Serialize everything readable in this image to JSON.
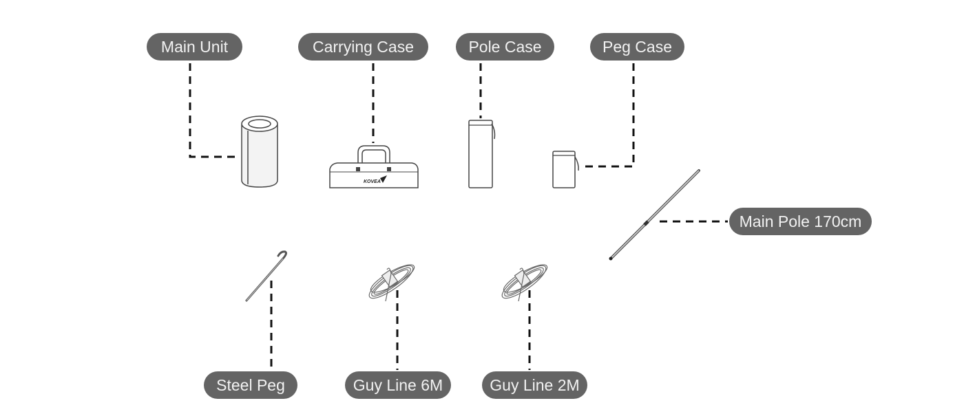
{
  "components": {
    "main_unit": "Main Unit",
    "carrying_case": "Carrying Case",
    "pole_case": "Pole Case",
    "peg_case": "Peg Case",
    "main_pole": "Main Pole 170cm",
    "steel_peg": "Steel Peg",
    "guy_line_6m": "Guy Line 6M",
    "guy_line_2m": "Guy Line 2M"
  },
  "brand_logo_on_case": "KOVEA",
  "colors": {
    "label_bg": "#646464",
    "label_text": "#f2f2f2",
    "leader_line": "#111111"
  }
}
